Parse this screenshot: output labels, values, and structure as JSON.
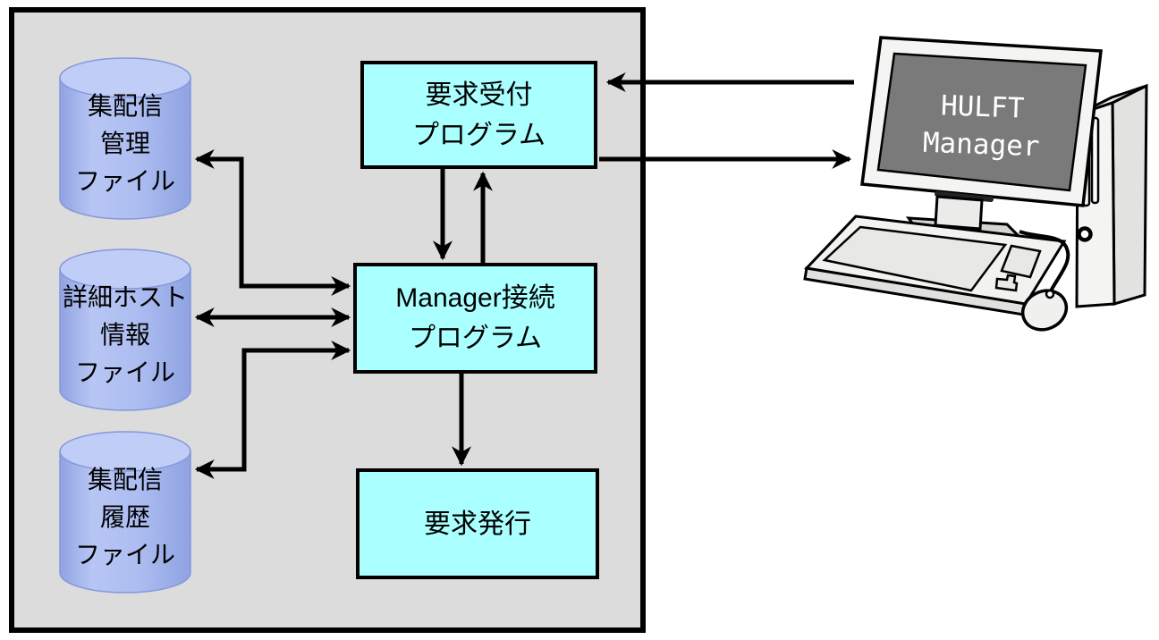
{
  "diagram": {
    "system_boundary": "HULFT product internal area",
    "files": [
      {
        "id": "delivery-management-file",
        "label": "集配信\n管理\nファイル"
      },
      {
        "id": "host-detail-file",
        "label": "詳細ホスト\n情報\nファイル"
      },
      {
        "id": "delivery-history-file",
        "label": "集配信\n履歴\nファイル"
      }
    ],
    "programs": [
      {
        "id": "request-accept-program",
        "label": "要求受付\nプログラム"
      },
      {
        "id": "manager-connect-program",
        "label": "Manager接続\nプログラム"
      },
      {
        "id": "request-issue",
        "label": "要求発行"
      }
    ],
    "computer": {
      "screen_lines": [
        "HULFT",
        "Manager"
      ]
    },
    "connections": [
      {
        "from": "hulft-manager-pc",
        "to": "request-accept-program",
        "direction": "one-way"
      },
      {
        "from": "request-accept-program",
        "to": "hulft-manager-pc",
        "direction": "one-way"
      },
      {
        "from": "request-accept-program",
        "to": "manager-connect-program",
        "direction": "one-way"
      },
      {
        "from": "manager-connect-program",
        "to": "request-accept-program",
        "direction": "one-way"
      },
      {
        "from": "manager-connect-program",
        "to": "delivery-management-file",
        "direction": "two-way"
      },
      {
        "from": "manager-connect-program",
        "to": "host-detail-file",
        "direction": "two-way"
      },
      {
        "from": "manager-connect-program",
        "to": "delivery-history-file",
        "direction": "two-way"
      },
      {
        "from": "manager-connect-program",
        "to": "request-issue",
        "direction": "one-way"
      }
    ],
    "colors": {
      "boundary_bg": "#dcdcdc",
      "program_box_bg": "#aaffff",
      "cylinder_body": "#a9bcf0",
      "cylinder_top": "#c0cdf7",
      "line": "#000000",
      "screen_bg": "#7a7a7a",
      "screen_text": "#ffffff"
    }
  }
}
